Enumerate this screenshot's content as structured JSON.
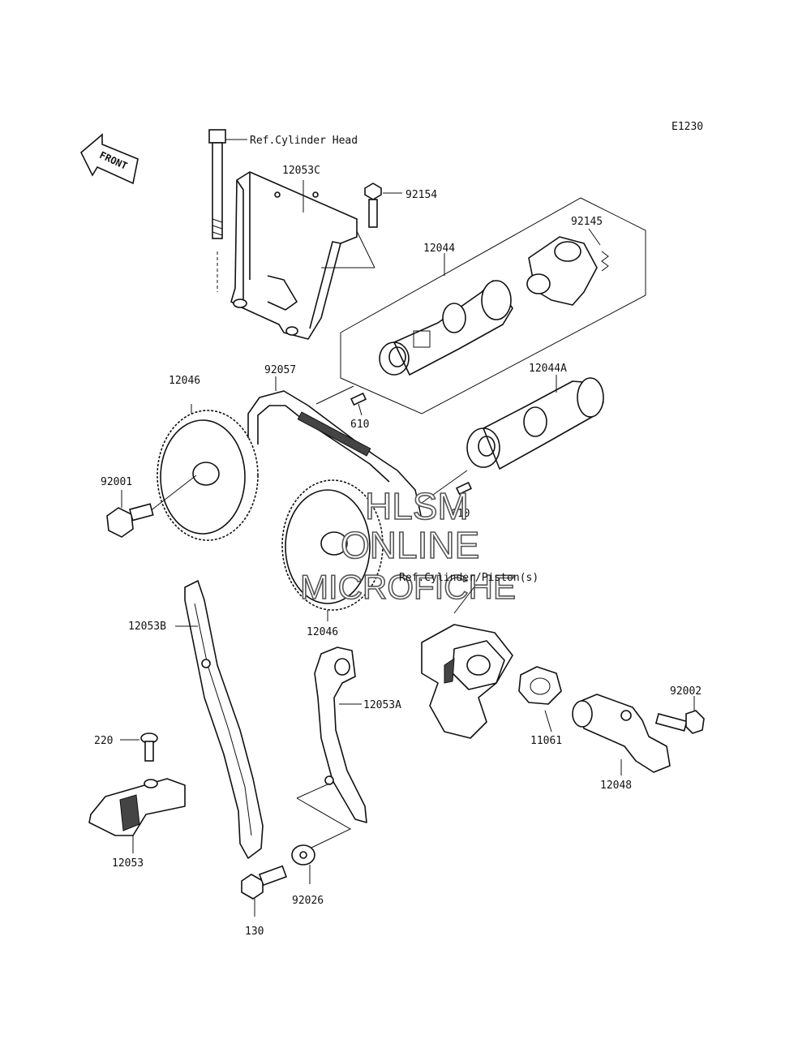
{
  "diagram_code": "E1230",
  "front_label": "FRONT",
  "watermark": {
    "line1": "HLSM",
    "line2": "ONLINE",
    "line3": "MICROFICHE"
  },
  "refs": {
    "cylinder_head": "Ref.Cylinder Head",
    "cylinder_piston": "Ref.Cylinder/Piston(s)"
  },
  "parts": {
    "p12053C": "12053C",
    "p92154": "92154",
    "p12044": "12044",
    "p92145": "92145",
    "p12046_top": "12046",
    "p92057": "92057",
    "p12044A": "12044A",
    "p610_a": "610",
    "p610_b": "610",
    "p92001": "92001",
    "p12046_bottom": "12046",
    "p12053B": "12053B",
    "p12053A": "12053A",
    "p220": "220",
    "p12053": "12053",
    "p130": "130",
    "p92026": "92026",
    "p11061": "11061",
    "p12048": "12048",
    "p92002": "92002"
  }
}
